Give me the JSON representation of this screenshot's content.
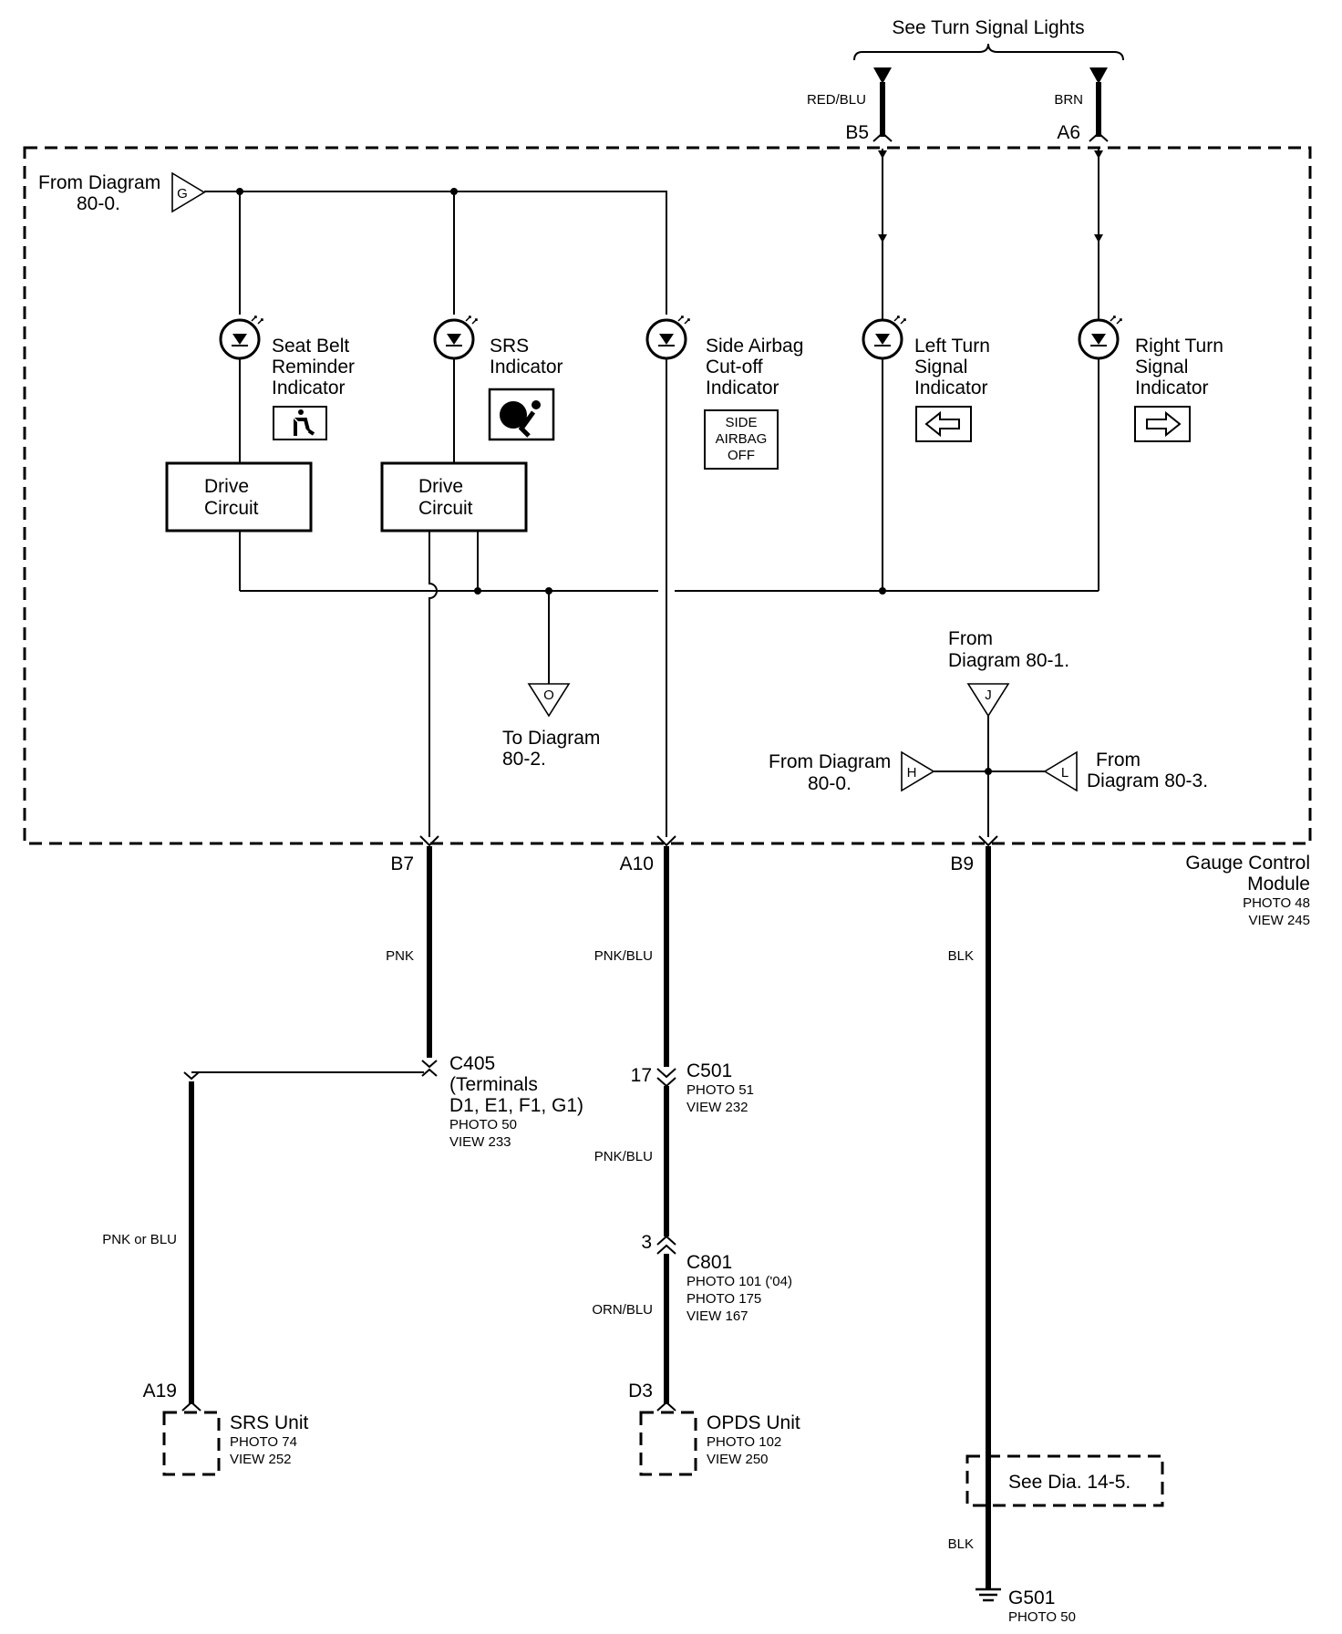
{
  "top": {
    "see_turn_signal": "See Turn Signal Lights",
    "wire_left": "RED/BLU",
    "wire_right": "BRN",
    "pin_left": "B5",
    "pin_right": "A6"
  },
  "refs": {
    "g": {
      "letter": "G",
      "line1": "From Diagram",
      "line2": "80-0."
    },
    "o": {
      "letter": "O",
      "line1": "To Diagram",
      "line2": "80-2."
    },
    "j": {
      "letter": "J",
      "line1": "From",
      "line2": "Diagram  80-1."
    },
    "h": {
      "letter": "H",
      "line1": "From Diagram",
      "line2": "80-0."
    },
    "l": {
      "letter": "L",
      "line1": "From",
      "line2": "Diagram 80-3."
    }
  },
  "indicators": {
    "seat_belt": [
      "Seat Belt",
      "Reminder",
      "Indicator"
    ],
    "srs": [
      "SRS",
      "Indicator"
    ],
    "side_airbag": [
      "Side Airbag",
      "Cut-off",
      "Indicator"
    ],
    "side_airbag_badge": [
      "SIDE",
      "AIRBAG",
      "OFF"
    ],
    "left_turn": [
      "Left Turn",
      "Signal",
      "Indicator"
    ],
    "right_turn": [
      "Right Turn",
      "Signal",
      "Indicator"
    ]
  },
  "drive_circuit": [
    "Drive",
    "Circuit"
  ],
  "module": {
    "name1": "Gauge Control",
    "name2": "Module",
    "photo": "PHOTO 48",
    "view": "VIEW 245"
  },
  "pins_bottom": {
    "b7": "B7",
    "a10": "A10",
    "b9": "B9"
  },
  "wires": {
    "pnk": "PNK",
    "pnk_blu_1": "PNK/BLU",
    "pnk_blu_2": "PNK/BLU",
    "orn_blu": "ORN/BLU",
    "blk_1": "BLK",
    "blk_2": "BLK",
    "pnk_or_blu": "PNK or BLU"
  },
  "connectors": {
    "c405": [
      "C405",
      "(Terminals",
      "D1, E1, F1, G1)",
      "PHOTO 50",
      "VIEW 233"
    ],
    "c501_pin": "17",
    "c501": [
      "C501",
      "PHOTO 51",
      "VIEW 232"
    ],
    "c801_pin": "3",
    "c801": [
      "C801",
      "PHOTO 101 ('04)",
      "PHOTO 175",
      "VIEW 167"
    ]
  },
  "units": {
    "srs_pin": "A19",
    "srs": [
      "SRS Unit",
      "PHOTO 74",
      "VIEW 252"
    ],
    "opds_pin": "D3",
    "opds": [
      "OPDS Unit",
      "PHOTO 102",
      "VIEW 250"
    ]
  },
  "see_dia": "See Dia. 14-5.",
  "ground": [
    "G501",
    "PHOTO 50"
  ]
}
